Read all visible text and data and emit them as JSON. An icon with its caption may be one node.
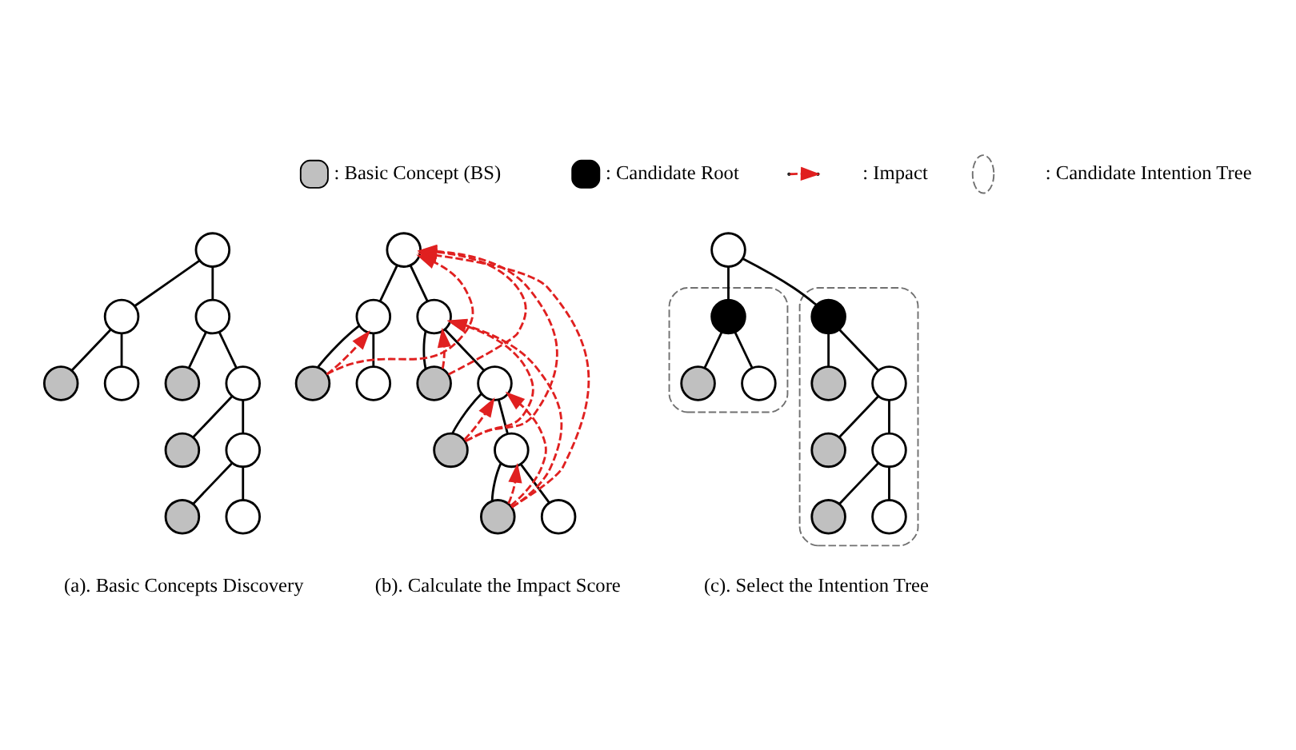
{
  "diagram": {
    "nodes": [
      {
        "text": [],
        "shape": "circle"
      },
      {
        "text": [],
        "shape": "circle"
      },
      {
        "text": [],
        "shape": "circle"
      },
      {
        "text": [],
        "shape": "circle"
      },
      {
        "text": [],
        "shape": "circle"
      },
      {
        "text": [],
        "shape": "circle"
      },
      {
        "text": [],
        "shape": "circle"
      },
      {
        "text": [],
        "shape": "circle"
      },
      {
        "text": [],
        "shape": "circle"
      },
      {
        "text": [],
        "shape": "circle"
      },
      {
        "text": [],
        "shape": "circle"
      },
      {
        "text": [],
        "shape": "circle"
      },
      {
        "text": [],
        "shape": "circle"
      },
      {
        "text": [],
        "shape": "circle"
      },
      {
        "text": [],
        "shape": "circle"
      },
      {
        "text": [],
        "shape": "circle"
      },
      {
        "text": [],
        "shape": "circle"
      },
      {
        "text": [],
        "shape": "circle"
      },
      {
        "text": [],
        "shape": "circle"
      },
      {
        "text": [],
        "shape": "circle"
      },
      {
        "text": [],
        "shape": "circle"
      },
      {
        "text": [],
        "shape": "circle"
      },
      {
        "text": [],
        "shape": "circle"
      },
      {
        "text": [],
        "shape": "ellipse"
      },
      {
        "text": [],
        "shape": "circle",
        "in": 23
      },
      {
        "text": [],
        "shape": "ellipse"
      },
      {
        "text": [],
        "shape": "circle",
        "in": 25
      },
      {
        "text": [],
        "shape": "circle",
        "in": 23
      },
      {
        "text": [],
        "shape": "circle",
        "in": 23
      },
      {
        "text": [],
        "shape": "circle",
        "in": 25
      },
      {
        "text": [],
        "shape": "circle",
        "in": 25
      },
      {
        "text": [],
        "shape": "circle",
        "in": 25
      },
      {
        "text": [],
        "shape": "circle",
        "in": 25
      },
      {
        "text": [],
        "shape": "circle",
        "in": 25
      },
      {
        "text": [],
        "shape": "circle",
        "in": 25
      }
    ],
    "edges": [
      {
        "from": 0,
        "to": 1,
        "arrow": "none"
      },
      {
        "from": 0,
        "to": 2,
        "arrow": "none"
      },
      {
        "from": 1,
        "to": 3,
        "arrow": "none"
      },
      {
        "from": 1,
        "to": 4,
        "arrow": "none"
      },
      {
        "from": 2,
        "to": 5,
        "arrow": "none"
      },
      {
        "from": 2,
        "to": 6,
        "arrow": "none"
      },
      {
        "from": 6,
        "to": 7,
        "arrow": "none"
      },
      {
        "from": 6,
        "to": 8,
        "arrow": "none"
      },
      {
        "from": 8,
        "to": 9,
        "arrow": "none"
      },
      {
        "from": 8,
        "to": 10,
        "arrow": "none"
      },
      {
        "from": 11,
        "to": 12,
        "arrow": "none"
      },
      {
        "from": 11,
        "to": 13,
        "arrow": "none"
      },
      {
        "from": 12,
        "to": 14,
        "arrow": "none"
      },
      {
        "from": 12,
        "to": 15,
        "arrow": "none"
      },
      {
        "from": 13,
        "to": 16,
        "arrow": "none"
      },
      {
        "from": 13,
        "to": 17,
        "arrow": "none"
      },
      {
        "from": 17,
        "to": 18,
        "arrow": "none"
      },
      {
        "from": 17,
        "to": 19,
        "arrow": "none"
      },
      {
        "from": 19,
        "to": 20,
        "arrow": "none"
      },
      {
        "from": 19,
        "to": 21,
        "arrow": "none"
      },
      {
        "from": 14,
        "to": 12,
        "arrow": "to",
        "style": "dashed",
        "color": "#e02020"
      },
      {
        "from": 14,
        "to": 11,
        "arrow": "to",
        "style": "dashed",
        "color": "#e02020"
      },
      {
        "from": 16,
        "to": 13,
        "arrow": "to",
        "style": "dashed",
        "color": "#e02020"
      },
      {
        "from": 16,
        "to": 11,
        "arrow": "to",
        "style": "dashed",
        "color": "#e02020"
      },
      {
        "from": 18,
        "to": 17,
        "arrow": "to",
        "style": "dashed",
        "color": "#e02020"
      },
      {
        "from": 18,
        "to": 13,
        "arrow": "to",
        "style": "dashed",
        "color": "#e02020"
      },
      {
        "from": 18,
        "to": 11,
        "arrow": "to",
        "style": "dashed",
        "color": "#e02020"
      },
      {
        "from": 20,
        "to": 19,
        "arrow": "to",
        "style": "dashed",
        "color": "#e02020"
      },
      {
        "from": 20,
        "to": 17,
        "arrow": "to",
        "style": "dashed",
        "color": "#e02020"
      },
      {
        "from": 20,
        "to": 13,
        "arrow": "to",
        "style": "dashed",
        "color": "#e02020"
      },
      {
        "from": 20,
        "to": 11,
        "arrow": "to",
        "style": "dashed",
        "color": "#e02020"
      },
      {
        "from": 22,
        "to": 24,
        "arrow": "none"
      },
      {
        "from": 22,
        "to": 26,
        "arrow": "none"
      },
      {
        "from": 24,
        "to": 27,
        "arrow": "none"
      },
      {
        "from": 24,
        "to": 28,
        "arrow": "none"
      },
      {
        "from": 26,
        "to": 29,
        "arrow": "none"
      },
      {
        "from": 26,
        "to": 30,
        "arrow": "none"
      },
      {
        "from": 30,
        "to": 31,
        "arrow": "none"
      },
      {
        "from": 30,
        "to": 32,
        "arrow": "none"
      },
      {
        "from": 32,
        "to": 33,
        "arrow": "none"
      },
      {
        "from": 32,
        "to": 34,
        "arrow": "none"
      }
    ],
    "labels": [
      "(a). Basic Concepts Discovery",
      "(b). Calculate the Impact Score",
      "(c). Select the Intention Tree"
    ],
    "legend": [
      {
        "text": ": Basic Concept (BS)",
        "color": "#c0c0c0"
      },
      {
        "text": ": Candidate Root",
        "color": "#000000"
      },
      {
        "text": ": Impact"
      },
      {
        "text": ": Candidate Intention Tree"
      }
    ]
  }
}
